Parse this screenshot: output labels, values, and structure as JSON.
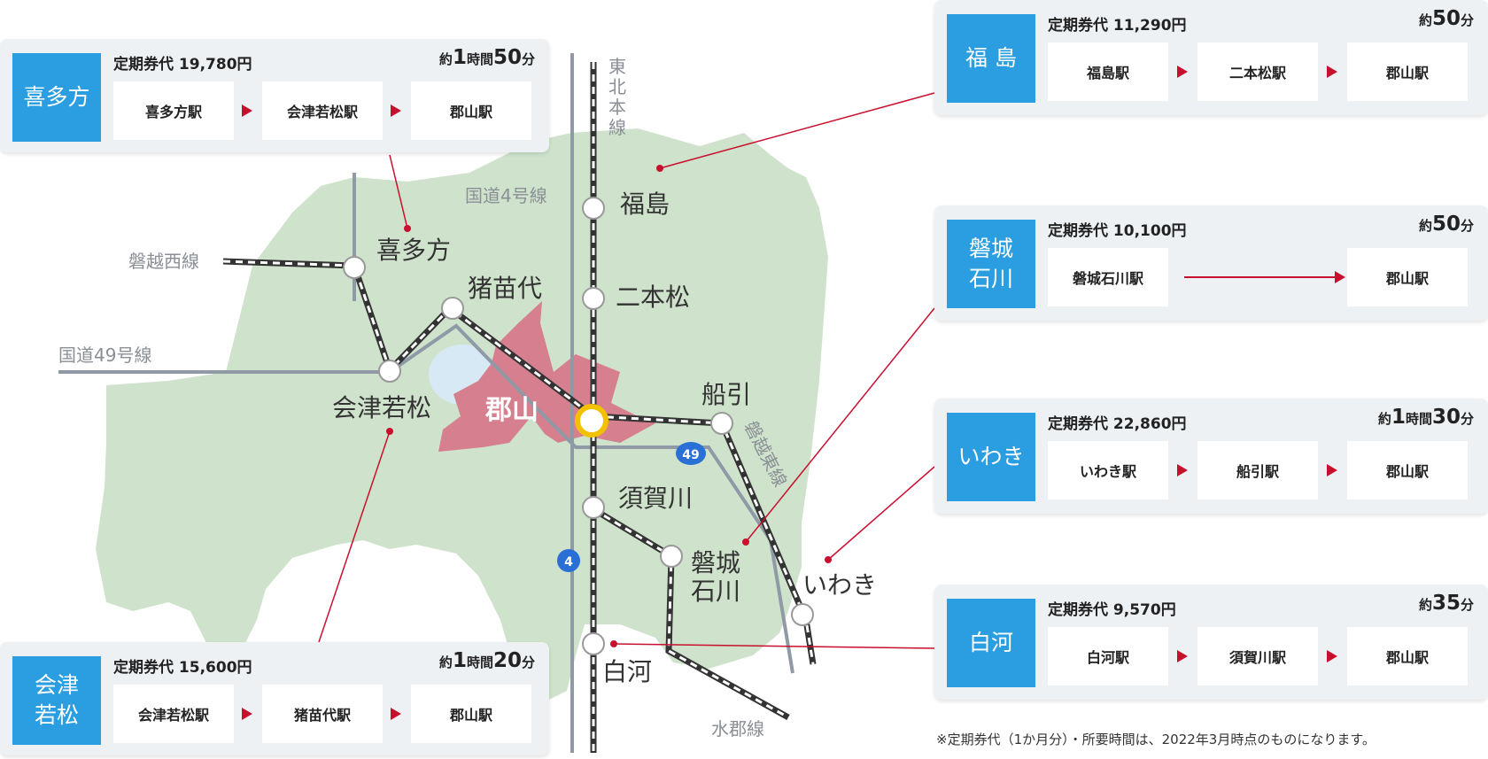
{
  "map": {
    "routes": {
      "tohoku": "東\n北\n本\n線",
      "kokudo4": "国道4号線",
      "bannetsu_west": "磐越西線",
      "kokudo49": "国道49号線",
      "bannetsu_east": "磐越東線",
      "suigun": "水郡線",
      "shield_4": "4",
      "shield_49": "49"
    },
    "places": {
      "fukushima": "福島",
      "nihonmatsu": "二本松",
      "kitakata": "喜多方",
      "inawashiro": "猪苗代",
      "aizu": "会津若松",
      "koriyama": "郡山",
      "funehiki": "船引",
      "sukagawa": "須賀川",
      "iwakiishikawa": "磐城\n石川",
      "iwaki": "いわき",
      "shirakawa": "白河"
    },
    "colors": {
      "land": "#cfe3cc",
      "koriyama_area": "#d57f8f",
      "lake": "#d6e9f5",
      "road": "#8f9aa6",
      "leader": "#c8102e",
      "origin_box": "#2a9ee0"
    }
  },
  "cards": {
    "kitakata": {
      "origin": "喜多方",
      "fare": "定期券代 19,780円",
      "time_pre": "約",
      "time_hr": "1",
      "time_unit_h": "時間",
      "time_min": "50",
      "time_unit_m": "分",
      "stations": [
        "喜多方駅",
        "会津若松駅",
        "郡山駅"
      ]
    },
    "aizu": {
      "origin": "会津\n若松",
      "fare": "定期券代 15,600円",
      "time_pre": "約",
      "time_hr": "1",
      "time_unit_h": "時間",
      "time_min": "20",
      "time_unit_m": "分",
      "stations": [
        "会津若松駅",
        "猪苗代駅",
        "郡山駅"
      ]
    },
    "fukushima": {
      "origin": "福 島",
      "fare": "定期券代 11,290円",
      "time_pre": "約",
      "time_min": "50",
      "time_unit_m": "分",
      "stations": [
        "福島駅",
        "二本松駅",
        "郡山駅"
      ]
    },
    "iwakiishikawa": {
      "origin": "磐城\n石川",
      "fare": "定期券代 10,100円",
      "time_pre": "約",
      "time_min": "50",
      "time_unit_m": "分",
      "stations": [
        "磐城石川駅",
        "郡山駅"
      ]
    },
    "iwaki": {
      "origin": "いわき",
      "fare": "定期券代 22,860円",
      "time_pre": "約",
      "time_hr": "1",
      "time_unit_h": "時間",
      "time_min": "30",
      "time_unit_m": "分",
      "stations": [
        "いわき駅",
        "船引駅",
        "郡山駅"
      ]
    },
    "shirakawa": {
      "origin": "白河",
      "fare": "定期券代 9,570円",
      "time_pre": "約",
      "time_min": "35",
      "time_unit_m": "分",
      "stations": [
        "白河駅",
        "須賀川駅",
        "郡山駅"
      ]
    }
  },
  "footnote": "※定期券代（1か月分）・所要時間は、2022年3月時点のものになります。"
}
